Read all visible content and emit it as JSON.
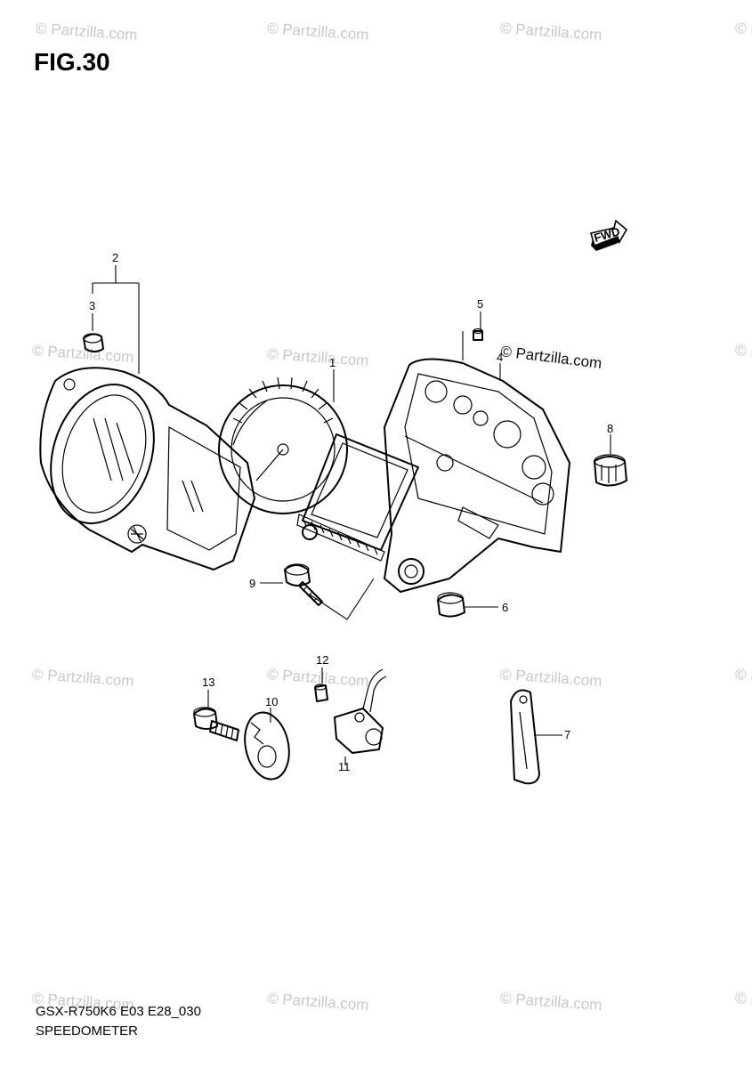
{
  "figure": {
    "title": "FIG.30"
  },
  "footer": {
    "model_code": "GSX-R750K6 E03 E28_030",
    "section_name": "SPEEDOMETER"
  },
  "watermark": {
    "text": "© Partzilla.com"
  },
  "fwd_badge": {
    "text": "FWD"
  },
  "parts": {
    "p1": "1",
    "p2": "2",
    "p3": "3",
    "p4": "4",
    "p5": "5",
    "p6": "6",
    "p7": "7",
    "p8": "8",
    "p9": "9",
    "p10": "10",
    "p11": "11",
    "p12": "12",
    "p13": "13"
  }
}
